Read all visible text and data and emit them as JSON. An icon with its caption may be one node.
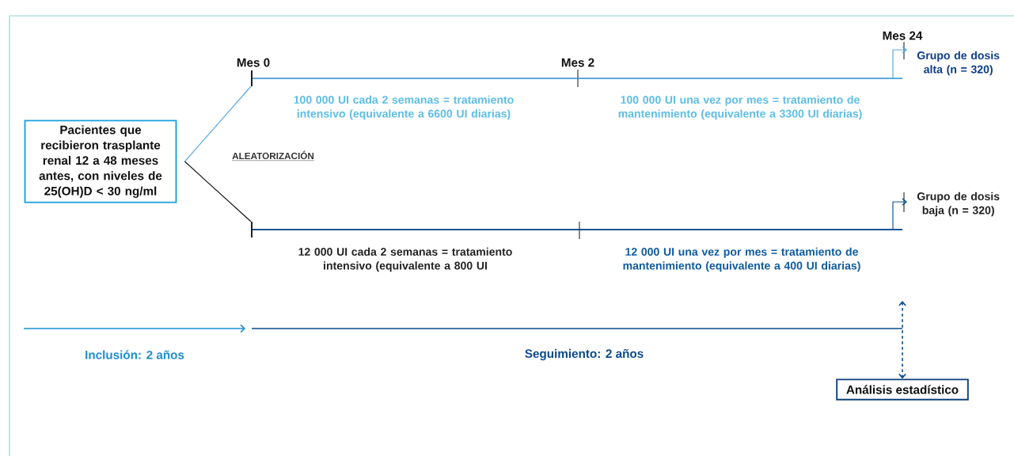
{
  "diagram": {
    "nodes": [
      {
        "text": [
          "Pacientes que recibieron trasplante renal 12 a 48 meses antes, con niveles de 25(OH)D < 30 ng/ml"
        ]
      },
      {
        "text": [],
        "shape": "bar"
      },
      {
        "text": [
          "Grupo de dosis alta (n = 320)"
        ]
      },
      {
        "text": [],
        "shape": "bar"
      },
      {
        "text": [
          "Grupo de dosis baja (n = 320)"
        ]
      },
      {
        "text": [
          "Análisis estadístico"
        ]
      }
    ],
    "edges": [
      {
        "from": 0,
        "to": 1,
        "arrow": "none",
        "color": "#5aa9dd"
      },
      {
        "from": 0,
        "to": 3,
        "arrow": "none",
        "color": "#111111"
      },
      {
        "from": 1,
        "to": 2,
        "arrow": "to",
        "color": "#5aa9dd"
      },
      {
        "from": 3,
        "to": 4,
        "arrow": "to",
        "color": "#0b5596"
      },
      {
        "from": null,
        "to": 5,
        "arrow": "both",
        "style": "dashed",
        "color": "#0b4a8c"
      }
    ],
    "labels": [
      "Mes 24",
      "Mes 0",
      "Mes 2",
      "100 000 UI cada 2 semanas = tratamiento intensivo (equivalente a 6600 UI diarias)",
      "100 000 UI una vez por mes = tratamiento de mantenimiento (equivalente a 3300 UI diarias)",
      "ALEATORIZACIÓN",
      "12 000 UI cada 2 semanas = tratamiento intensivo (equivalente a 800 UI",
      "12 000 UI una vez por mes = tratamiento de mantenimiento (equivalente a 400 UI diarias)",
      "Inclusión: 2 años",
      "Seguimiento: 2 años"
    ]
  }
}
